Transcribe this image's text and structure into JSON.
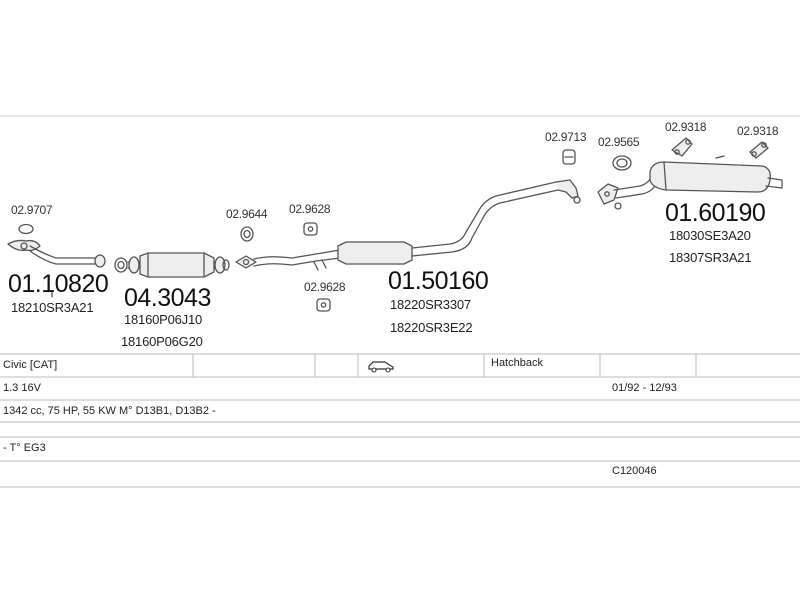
{
  "parts": {
    "front_pipe": {
      "clamp_code": "02.9707",
      "part_number": "01.10820",
      "oem": "18210SR3A21"
    },
    "catalyst": {
      "part_number": "04.3043",
      "oem_1": "18160P06J10",
      "oem_2": "18160P06G20"
    },
    "gasket_cat": {
      "code": "02.9644"
    },
    "rubber_upper": {
      "code": "02.9628"
    },
    "rubber_lower": {
      "code": "02.9628"
    },
    "middle_pipe": {
      "part_number": "01.50160",
      "oem_1": "18220SR3307",
      "oem_2": "18220SR3E22"
    },
    "mount_mid": {
      "code": "02.9713"
    },
    "gasket_rear": {
      "code": "02.9565"
    },
    "mount_rear_1": {
      "code": "02.9318"
    },
    "mount_rear_2": {
      "code": "02.9318"
    },
    "rear_silencer": {
      "part_number": "01.60190",
      "oem_1": "18030SE3A20",
      "oem_2": "18307SR3A21"
    }
  },
  "vehicle": {
    "model": "Civic  [CAT]",
    "body_icon": "hatchback-car-icon",
    "body_type": "Hatchback",
    "engine": "1.3 16V",
    "date_range": "01/92 - 12/93",
    "spec": "1342 cc, 75 HP, 55 KW M° D13B1, D13B2 -",
    "type": "- T° EG3",
    "code": "C120046"
  },
  "colors": {
    "line": "#555555",
    "rule": "#bbbbbb",
    "fill": "#eeeeee"
  }
}
